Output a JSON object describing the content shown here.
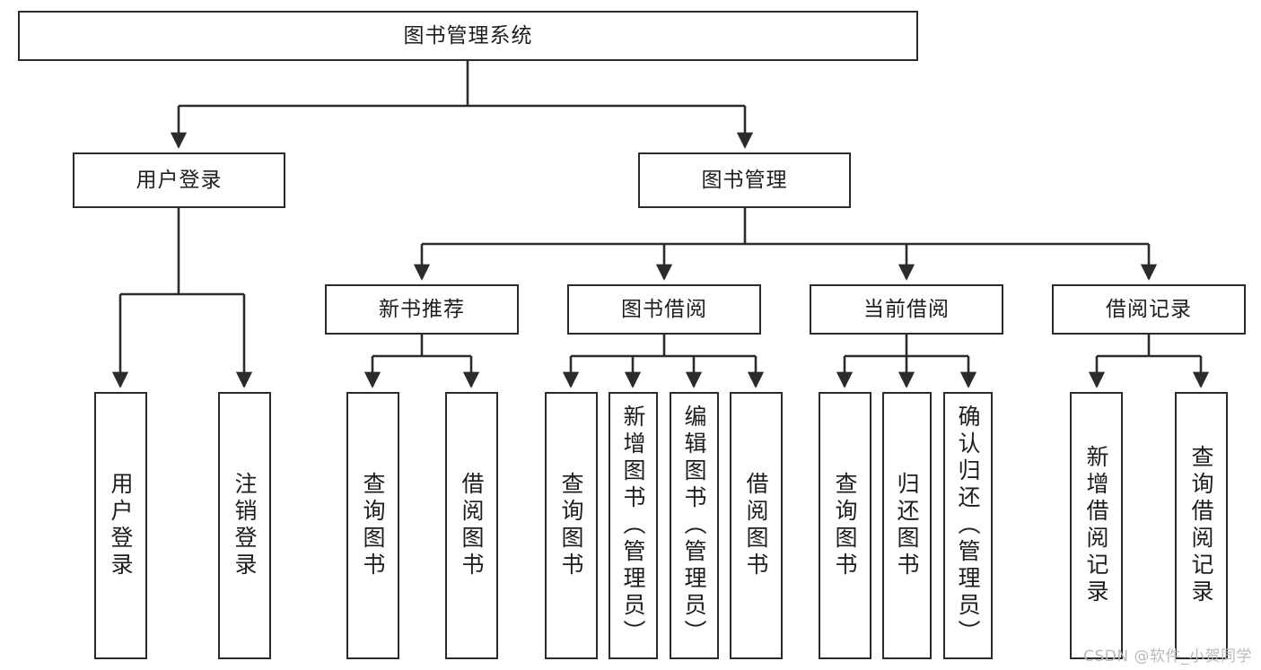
{
  "diagram": {
    "title_node": {
      "label": "图书管理系统"
    },
    "level2": [
      {
        "id": "user-login",
        "label": "用户登录"
      },
      {
        "id": "book-management",
        "label": "图书管理"
      }
    ],
    "level3": [
      {
        "id": "new-book-recommend",
        "label": "新书推荐"
      },
      {
        "id": "book-borrow",
        "label": "图书借阅"
      },
      {
        "id": "current-borrow",
        "label": "当前借阅"
      },
      {
        "id": "borrow-record",
        "label": "借阅记录"
      }
    ],
    "leaves": {
      "user_login": [
        {
          "id": "leaf-user-login",
          "label": "用户登录"
        },
        {
          "id": "leaf-logout-login",
          "label": "注销登录"
        }
      ],
      "new_book_recommend": [
        {
          "id": "leaf-query-book-1",
          "label": "查询图书"
        },
        {
          "id": "leaf-borrow-book-1",
          "label": "借阅图书"
        }
      ],
      "book_borrow": [
        {
          "id": "leaf-query-book-2",
          "label": "查询图书"
        },
        {
          "id": "leaf-add-book",
          "label": "新增图书（管理员）"
        },
        {
          "id": "leaf-edit-book",
          "label": "编辑图书（管理员）"
        },
        {
          "id": "leaf-borrow-book-2",
          "label": "借阅图书"
        }
      ],
      "current_borrow": [
        {
          "id": "leaf-query-book-3",
          "label": "查询图书"
        },
        {
          "id": "leaf-return-book",
          "label": "归还图书"
        },
        {
          "id": "leaf-confirm-return",
          "label": "确认归还（管理员）"
        }
      ],
      "borrow_record": [
        {
          "id": "leaf-add-record",
          "label": "新增借阅记录"
        },
        {
          "id": "leaf-query-record",
          "label": "查询借阅记录"
        }
      ]
    }
  },
  "watermark": {
    "text": "CSDN @软件_小贺同学"
  },
  "colors": {
    "stroke": "#2b2b2b",
    "fill": "#ffffff",
    "text": "#1d1d1d",
    "watermark": "#b9b9b9"
  }
}
